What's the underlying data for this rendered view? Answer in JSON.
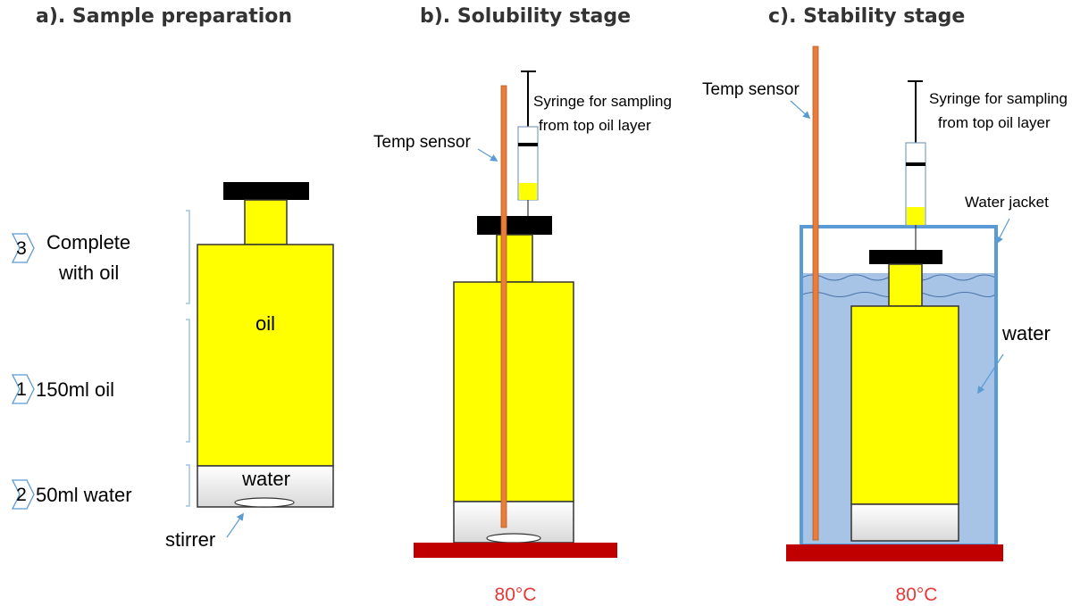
{
  "panels": {
    "a": {
      "title": "a). Sample preparation",
      "steps": [
        {
          "num": "3",
          "text_line1": "Complete",
          "text_line2": "with oil"
        },
        {
          "num": "1",
          "text_line1": "150ml oil"
        },
        {
          "num": "2",
          "text_line1": "50ml water"
        }
      ],
      "oil_label": "oil",
      "water_label": "water",
      "stirrer_label": "stirrer"
    },
    "b": {
      "title": "b). Solubility stage",
      "temp_sensor_label": "Temp sensor",
      "syringe_line1": "Syringe for sampling",
      "syringe_line2": "from top oil layer",
      "temperature": "80°C"
    },
    "c": {
      "title": "c). Stability stage",
      "temp_sensor_label": "Temp sensor",
      "syringe_line1": "Syringe for sampling",
      "syringe_line2": "from top oil layer",
      "water_jacket_label": "Water jacket",
      "water_label": "water",
      "temperature": "80°C"
    }
  },
  "colors": {
    "oil": "#ffff00",
    "cap": "#000000",
    "sensor": "#e87d3e",
    "hotplate": "#c00000",
    "water_bath": "#a7c3e6",
    "jacket": "#5b9bd5",
    "arrow": "#5b9bd5",
    "temperature_text": "#e53935"
  }
}
